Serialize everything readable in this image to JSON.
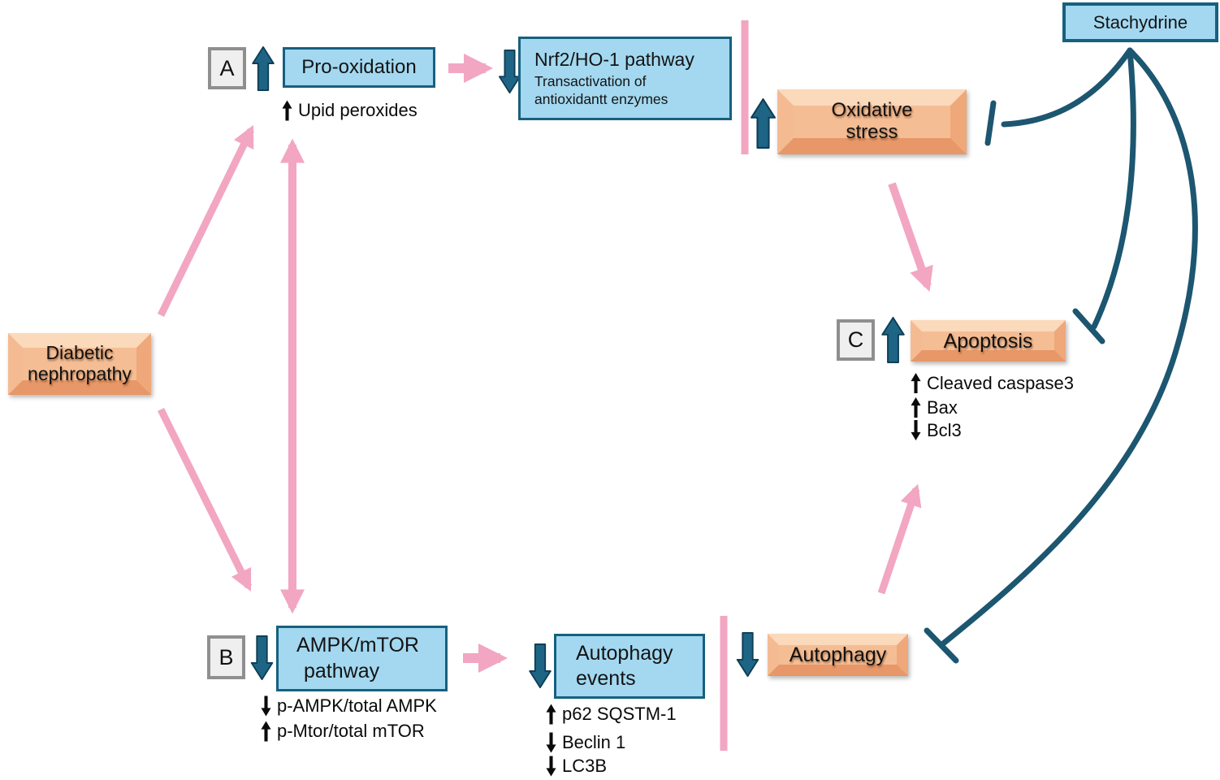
{
  "colors": {
    "pink_arrow": "#F2A6C2",
    "inhibition_line": "#1C5670",
    "process_box_fill": "#A3D8F0",
    "process_box_border": "#17607F",
    "plaque_fill": "#F5BD94",
    "panel_box_fill": "#EFEFEF",
    "block_arrow_fill": "#1E6485",
    "marker_arrow": "#0A0A0A"
  },
  "panels": {
    "a": "A",
    "b": "B",
    "c": "C"
  },
  "nodes": {
    "stachydrine": {
      "label": "Stachydrine"
    },
    "diabetic_nephropathy": {
      "line1": "Diabetic",
      "line2": "nephropathy"
    },
    "pro_oxidation": {
      "label": "Pro-oxidation",
      "trend": "up"
    },
    "nrf2_ho1": {
      "title": "Nrf2/HO-1 pathway",
      "subtitle": "Transactivation  of antioxidantt enzymes",
      "trend": "down"
    },
    "oxidative_stress": {
      "line1": "Oxidative",
      "line2": "stress",
      "trend": "up"
    },
    "apoptosis": {
      "label": "Apoptosis",
      "trend": "up"
    },
    "ampk_mtor": {
      "line1": "AMPK/mTOR",
      "line2": "pathway",
      "trend": "down"
    },
    "autophagy_events": {
      "line1": "Autophagy",
      "line2": "events",
      "trend": "down"
    },
    "autophagy": {
      "label": "Autophagy",
      "trend": "down"
    }
  },
  "markers": {
    "pro_oxidation": [
      {
        "dir": "up",
        "text": "Upid peroxides"
      }
    ],
    "ampk_mtor": [
      {
        "dir": "down",
        "text": "p-AMPK/total AMPK"
      },
      {
        "dir": "up",
        "text": "p-Mtor/total mTOR"
      }
    ],
    "autophagy_events": [
      {
        "dir": "up",
        "text": "p62 SQSTM-1"
      },
      {
        "dir": "down",
        "text": "Beclin 1"
      },
      {
        "dir": "down",
        "text": "LC3B"
      }
    ],
    "apoptosis": [
      {
        "dir": "up",
        "text": "Cleaved caspase3"
      },
      {
        "dir": "up",
        "text": "Bax"
      },
      {
        "dir": "down",
        "text": "Bcl3"
      }
    ]
  }
}
